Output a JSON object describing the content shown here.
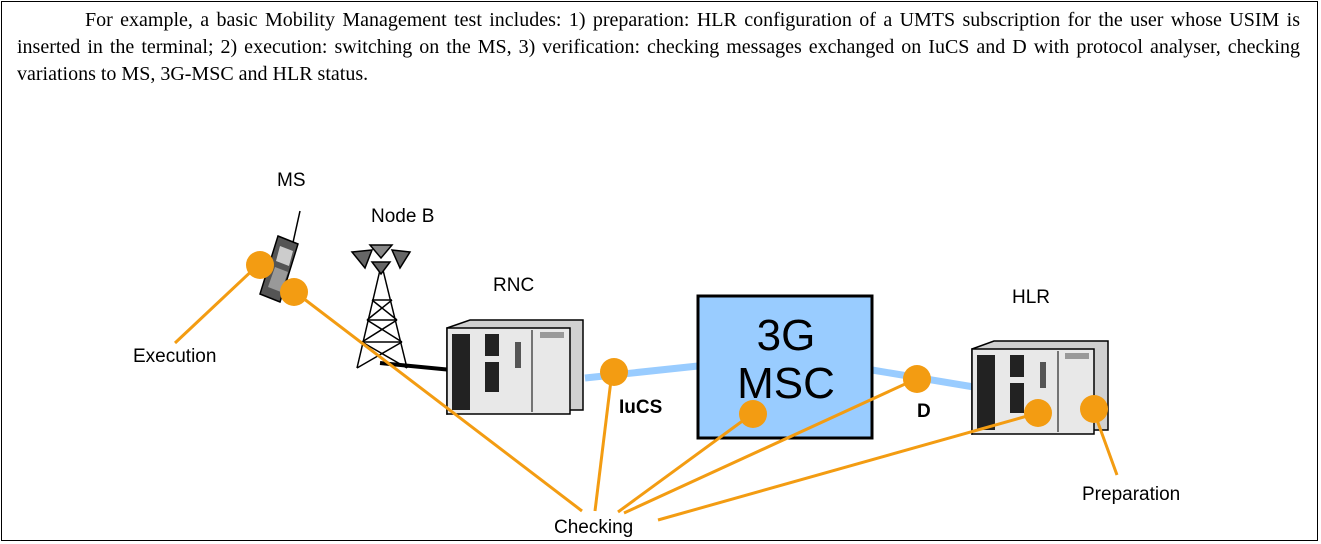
{
  "paragraph": "For example, a basic Mobility Management test includes: 1) preparation: HLR configuration of a UMTS subscription for the user whose USIM is inserted in the terminal; 2) execution: switching on the MS, 3) verification: checking messages exchanged on IuCS and D with protocol analyser, checking variations to MS, 3G-MSC and HLR status.",
  "diagram": {
    "labels": {
      "ms": "MS",
      "node_b": "Node B",
      "rnc": "RNC",
      "hlr": "HLR",
      "msc_line1": "3G",
      "msc_line2": "MSC",
      "iucs": "IuCS",
      "d": "D",
      "execution": "Execution",
      "checking": "Checking",
      "preparation": "Preparation"
    },
    "colors": {
      "callout": "#F39C12",
      "link": "#99CCFF",
      "msc_fill": "#99CCFF",
      "cabinet": "#E8E8E8"
    }
  }
}
